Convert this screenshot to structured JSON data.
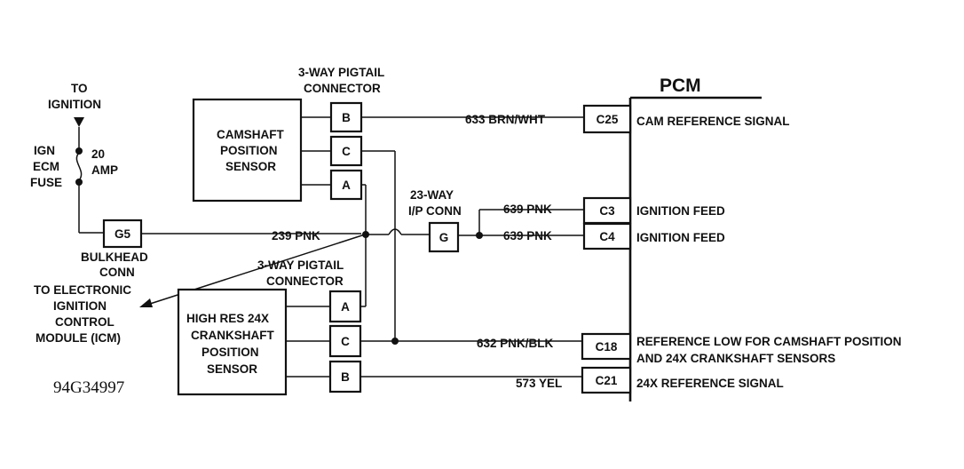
{
  "ignition": {
    "to_label": [
      "TO",
      "IGNITION"
    ],
    "fuse_label": [
      "IGN",
      "ECM",
      "FUSE"
    ],
    "amp_label": [
      "20",
      "AMP"
    ]
  },
  "bulkhead": {
    "connector": "G5",
    "label": [
      "BULKHEAD",
      "CONN"
    ]
  },
  "icm_label": [
    "TO ELECTRONIC",
    "IGNITION",
    "CONTROL",
    "MODULE (ICM)"
  ],
  "camshaft_sensor": {
    "label": [
      "CAMSHAFT",
      "POSITION",
      "SENSOR"
    ],
    "connector_label": [
      "3-WAY PIGTAIL",
      "CONNECTOR"
    ],
    "pins": [
      "B",
      "C",
      "A"
    ]
  },
  "crankshaft_sensor": {
    "label": [
      "HIGH RES 24X",
      "CRANKSHAFT",
      "POSITION",
      "SENSOR"
    ],
    "connector_label": [
      "3-WAY PIGTAIL",
      "CONNECTOR"
    ],
    "pins": [
      "A",
      "C",
      "B"
    ]
  },
  "ip_conn": {
    "connector": "G",
    "label": [
      "23-WAY",
      "I/P CONN"
    ]
  },
  "wires": {
    "w633": "633 BRN/WHT",
    "w239": "239 PNK",
    "w639a": "639 PNK",
    "w639b": "639 PNK",
    "w632": "632 PNK/BLK",
    "w573": "573 YEL"
  },
  "pcm": {
    "title": "PCM",
    "terminals": [
      {
        "pin": "C25",
        "desc": [
          "CAM REFERENCE SIGNAL"
        ]
      },
      {
        "pin": "C3",
        "desc": [
          "IGNITION FEED"
        ]
      },
      {
        "pin": "C4",
        "desc": [
          "IGNITION FEED"
        ]
      },
      {
        "pin": "C18",
        "desc": [
          "REFERENCE LOW FOR CAMSHAFT POSITION",
          "AND 24X CRANKSHAFT SENSORS"
        ]
      },
      {
        "pin": "C21",
        "desc": [
          "24X REFERENCE SIGNAL"
        ]
      }
    ]
  },
  "figure_code": "94G34997"
}
